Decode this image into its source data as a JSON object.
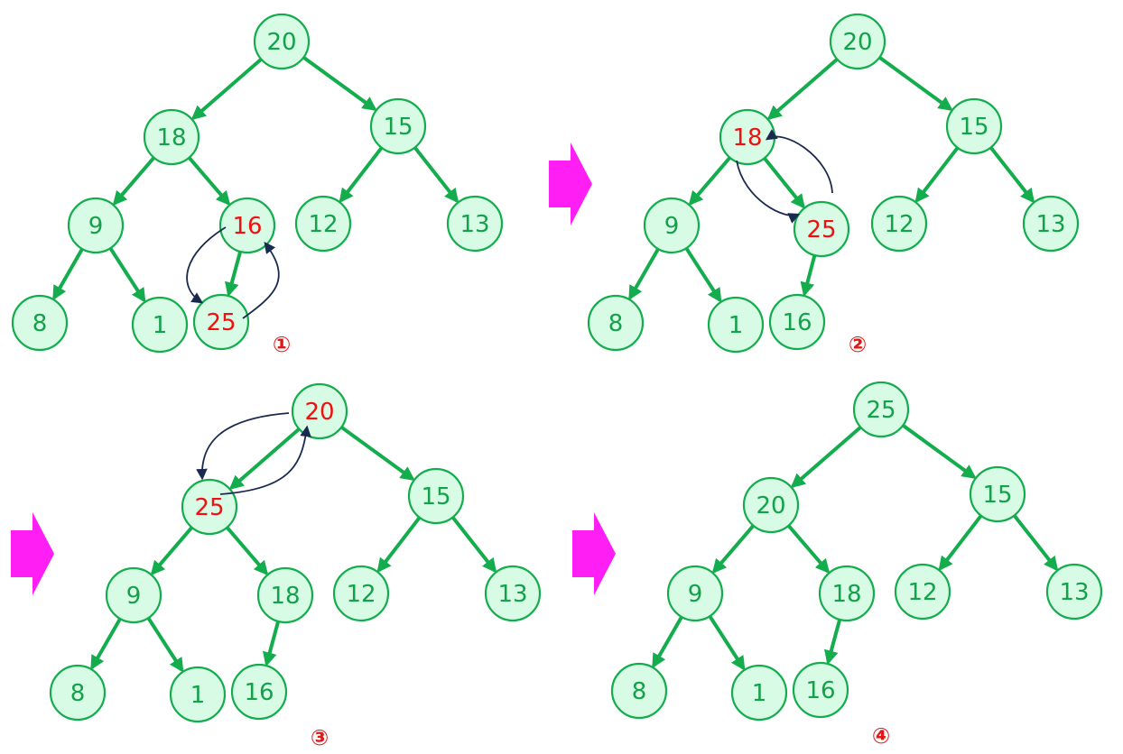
{
  "colors": {
    "node_fill": "#d8fbe6",
    "node_stroke": "#13ad4d",
    "text_normal": "#13a14a",
    "text_highlight": "#f01010",
    "swap_arrow": "#1a2a4f",
    "transition_arrow": "#ff1ff5",
    "step_label": "#e01818"
  },
  "panels": [
    {
      "step_label": "①",
      "nodes": [
        "20",
        "18",
        "15",
        "9",
        "16",
        "12",
        "13",
        "8",
        "1",
        "25"
      ],
      "highlighted": [
        "16",
        "25"
      ],
      "swap": [
        "16",
        "25"
      ]
    },
    {
      "step_label": "②",
      "nodes": [
        "20",
        "18",
        "15",
        "9",
        "25",
        "12",
        "13",
        "8",
        "1",
        "16"
      ],
      "highlighted": [
        "18",
        "25"
      ],
      "swap": [
        "18",
        "25"
      ]
    },
    {
      "step_label": "③",
      "nodes": [
        "20",
        "25",
        "15",
        "9",
        "18",
        "12",
        "13",
        "8",
        "1",
        "16"
      ],
      "highlighted": [
        "20",
        "25"
      ],
      "swap": [
        "20",
        "25"
      ]
    },
    {
      "step_label": "④",
      "nodes": [
        "25",
        "20",
        "15",
        "9",
        "18",
        "12",
        "13",
        "8",
        "1",
        "16"
      ],
      "highlighted": [],
      "swap": []
    }
  ],
  "transition_arrows": [
    "arrow-1-to-2",
    "arrow-2-to-3",
    "arrow-3-to-4"
  ]
}
